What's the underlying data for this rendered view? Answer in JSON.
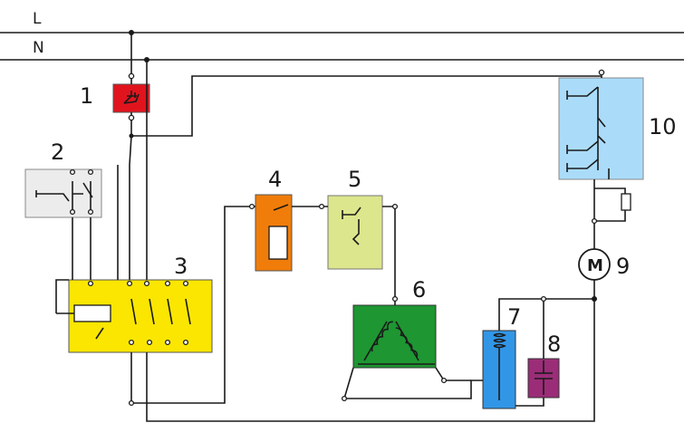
{
  "rails": {
    "l": "L",
    "n": "N"
  },
  "components": {
    "c1": {
      "number": "1",
      "color": "#e1141e"
    },
    "c2": {
      "number": "2",
      "color": "#ececec"
    },
    "c3": {
      "number": "3",
      "color": "#fae600"
    },
    "c4": {
      "number": "4",
      "color": "#f07d0a"
    },
    "c5": {
      "number": "5",
      "color": "#dce68c"
    },
    "c6": {
      "number": "6",
      "color": "#1e9632"
    },
    "c7": {
      "number": "7",
      "color": "#3296e6"
    },
    "c8": {
      "number": "8",
      "color": "#9b2d78"
    },
    "c9": {
      "number": "9",
      "symbol": "M"
    },
    "c10": {
      "number": "10",
      "color": "#aadcfa"
    }
  }
}
